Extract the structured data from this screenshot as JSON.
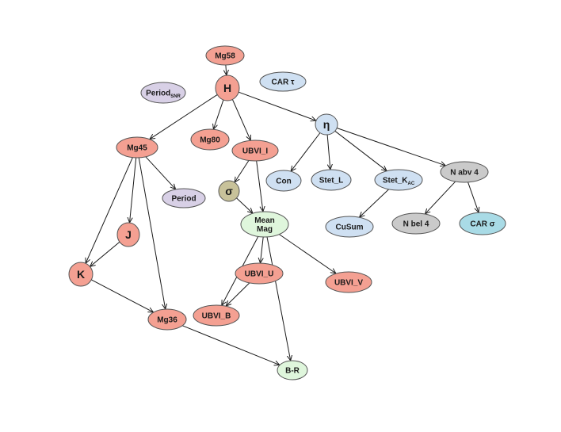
{
  "diagram": {
    "colors": {
      "salmon": "#f4a092",
      "light_blue": "#cfe0f2",
      "lavender": "#d8d0e6",
      "tan": "#c8c29a",
      "light_green": "#dff6dc",
      "gray": "#cacaca",
      "teal": "#a9dbe6"
    },
    "nodes": [
      {
        "id": "mg58",
        "label": "Mg58",
        "color": "salmon"
      },
      {
        "id": "h",
        "label": "H",
        "color": "salmon"
      },
      {
        "id": "car_tau",
        "label": "CAR τ",
        "color": "light_blue"
      },
      {
        "id": "period_snr",
        "label": "Period",
        "sub": "SNR",
        "color": "lavender"
      },
      {
        "id": "eta",
        "label": "η",
        "color": "light_blue"
      },
      {
        "id": "mg45",
        "label": "Mg45",
        "color": "salmon"
      },
      {
        "id": "mg80",
        "label": "Mg80",
        "color": "salmon"
      },
      {
        "id": "ubvi_i",
        "label": "UBVI_I",
        "color": "salmon"
      },
      {
        "id": "con",
        "label": "Con",
        "color": "light_blue"
      },
      {
        "id": "stet_l",
        "label": "Stet_L",
        "color": "light_blue"
      },
      {
        "id": "stet_kac",
        "label": "Stet_K",
        "sub": "AC",
        "color": "light_blue"
      },
      {
        "id": "n_abv_4",
        "label": "N abv 4",
        "color": "gray"
      },
      {
        "id": "period",
        "label": "Period",
        "color": "lavender"
      },
      {
        "id": "sigma",
        "label": "σ",
        "color": "tan"
      },
      {
        "id": "mean_mag",
        "label": "Mean",
        "label2": "Mag",
        "color": "light_green"
      },
      {
        "id": "cusum",
        "label": "CuSum",
        "color": "light_blue"
      },
      {
        "id": "n_bel_4",
        "label": "N bel 4",
        "color": "gray"
      },
      {
        "id": "car_sigma",
        "label": "CAR σ",
        "color": "teal"
      },
      {
        "id": "j",
        "label": "J",
        "color": "salmon"
      },
      {
        "id": "k",
        "label": "K",
        "color": "salmon"
      },
      {
        "id": "ubvi_u",
        "label": "UBVI_U",
        "color": "salmon"
      },
      {
        "id": "ubvi_v",
        "label": "UBVI_V",
        "color": "salmon"
      },
      {
        "id": "ubvi_b",
        "label": "UBVI_B",
        "color": "salmon"
      },
      {
        "id": "mg36",
        "label": "Mg36",
        "color": "salmon"
      },
      {
        "id": "b_r",
        "label": "B-R",
        "color": "light_green"
      }
    ],
    "edges": [
      {
        "from": "mg58",
        "to": "h"
      },
      {
        "from": "h",
        "to": "mg45"
      },
      {
        "from": "h",
        "to": "mg80"
      },
      {
        "from": "h",
        "to": "ubvi_i"
      },
      {
        "from": "h",
        "to": "eta"
      },
      {
        "from": "eta",
        "to": "con"
      },
      {
        "from": "eta",
        "to": "stet_l"
      },
      {
        "from": "eta",
        "to": "stet_kac"
      },
      {
        "from": "eta",
        "to": "n_abv_4"
      },
      {
        "from": "mg45",
        "to": "period"
      },
      {
        "from": "mg45",
        "to": "j"
      },
      {
        "from": "mg45",
        "to": "k"
      },
      {
        "from": "mg45",
        "to": "mg36"
      },
      {
        "from": "ubvi_i",
        "to": "sigma"
      },
      {
        "from": "ubvi_i",
        "to": "mean_mag"
      },
      {
        "from": "sigma",
        "to": "mean_mag"
      },
      {
        "from": "stet_kac",
        "to": "cusum"
      },
      {
        "from": "n_abv_4",
        "to": "n_bel_4"
      },
      {
        "from": "n_abv_4",
        "to": "car_sigma"
      },
      {
        "from": "j",
        "to": "k"
      },
      {
        "from": "k",
        "to": "mg36"
      },
      {
        "from": "mean_mag",
        "to": "ubvi_u"
      },
      {
        "from": "mean_mag",
        "to": "ubvi_b"
      },
      {
        "from": "mean_mag",
        "to": "ubvi_v"
      },
      {
        "from": "mean_mag",
        "to": "b_r"
      },
      {
        "from": "ubvi_u",
        "to": "ubvi_b"
      },
      {
        "from": "mg36",
        "to": "b_r"
      }
    ]
  }
}
